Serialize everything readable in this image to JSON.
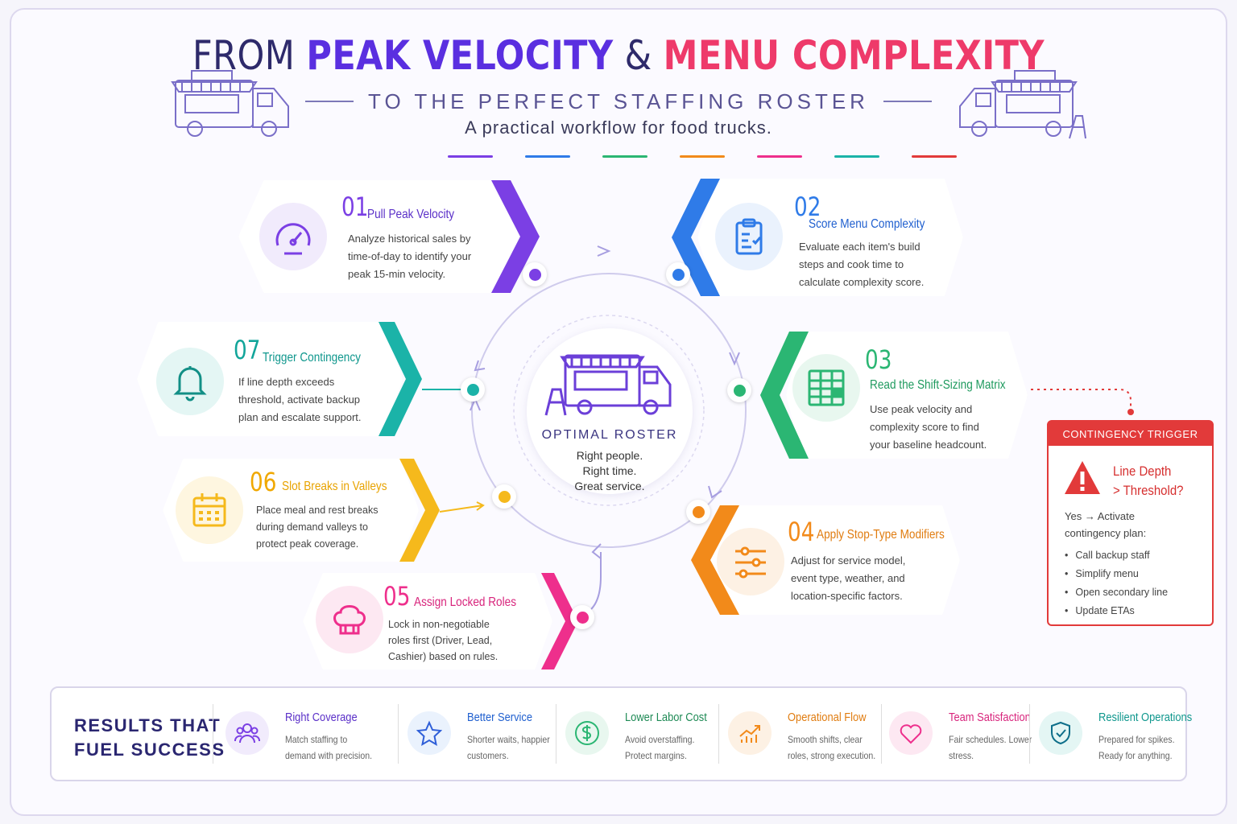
{
  "header": {
    "title_part1": "FROM ",
    "title_part2": "PEAK VELOCITY",
    "title_part3": " & ",
    "title_part4": "MENU COMPLEXITY",
    "subtitle": "TO THE PERFECT STAFFING ROSTER",
    "tagline": "A practical workflow for food trucks."
  },
  "colors": {
    "purple": "#7b3fe4",
    "blue": "#2f7be8",
    "green": "#2bb673",
    "orange": "#f28a1a",
    "pink": "#ee2f8c",
    "teal": "#1bb3a8",
    "red": "#e23a3a",
    "yellow": "#f5b91c"
  },
  "steps": [
    {
      "num": "01",
      "title": "Pull Peak Velocity",
      "desc": "Analyze historical sales by time-of-day to identify your peak 15-min velocity.",
      "icon": "gauge-icon"
    },
    {
      "num": "02",
      "title": "Score Menu Complexity",
      "desc": "Evaluate each item's build steps and cook time to calculate complexity score.",
      "icon": "clipboard-icon"
    },
    {
      "num": "03",
      "title": "Read the Shift-Sizing Matrix",
      "desc": "Use peak velocity and complexity score to find your baseline headcount.",
      "icon": "grid-icon"
    },
    {
      "num": "04",
      "title": "Apply Stop-Type Modifiers",
      "desc": "Adjust for service model, event type, weather, and location-specific factors.",
      "icon": "sliders-icon"
    },
    {
      "num": "05",
      "title": "Assign Locked Roles",
      "desc": "Lock in non-negotiable roles first (Driver, Lead, Cashier) based on rules.",
      "icon": "chef-hat-icon"
    },
    {
      "num": "06",
      "title": "Slot Breaks in Valleys",
      "desc": "Place meal and rest breaks during demand valleys to protect peak coverage.",
      "icon": "calendar-icon"
    },
    {
      "num": "07",
      "title": "Trigger Contingency",
      "desc": "If line depth exceeds threshold, activate backup plan and escalate support.",
      "icon": "bell-icon"
    }
  ],
  "center": {
    "label": "OPTIMAL ROSTER",
    "line1": "Right people.",
    "line2": "Right time.",
    "line3": "Great service."
  },
  "contingency": {
    "header": "CONTINGENCY TRIGGER",
    "q1": "Line Depth",
    "q2": "> Threshold?",
    "yes": "Yes → Activate",
    "plan": "contingency plan:",
    "items": [
      "Call backup staff",
      "Simplify menu",
      "Open secondary line",
      "Update ETAs"
    ]
  },
  "results": {
    "title_line1": "RESULTS THAT",
    "title_line2": "FUEL SUCCESS",
    "items": [
      {
        "title": "Right Coverage",
        "desc": "Match staffing to demand with precision.",
        "icon": "people-icon"
      },
      {
        "title": "Better Service",
        "desc": "Shorter waits, happier customers.",
        "icon": "star-icon"
      },
      {
        "title": "Lower Labor Cost",
        "desc": "Avoid overstaffing. Protect margins.",
        "icon": "dollar-icon"
      },
      {
        "title": "Operational Flow",
        "desc": "Smooth shifts, clear roles, strong execution.",
        "icon": "chart-up-icon"
      },
      {
        "title": "Team Satisfaction",
        "desc": "Fair schedules. Lower stress.",
        "icon": "heart-icon"
      },
      {
        "title": "Resilient Operations",
        "desc": "Prepared for spikes. Ready for anything.",
        "icon": "shield-icon"
      }
    ]
  }
}
